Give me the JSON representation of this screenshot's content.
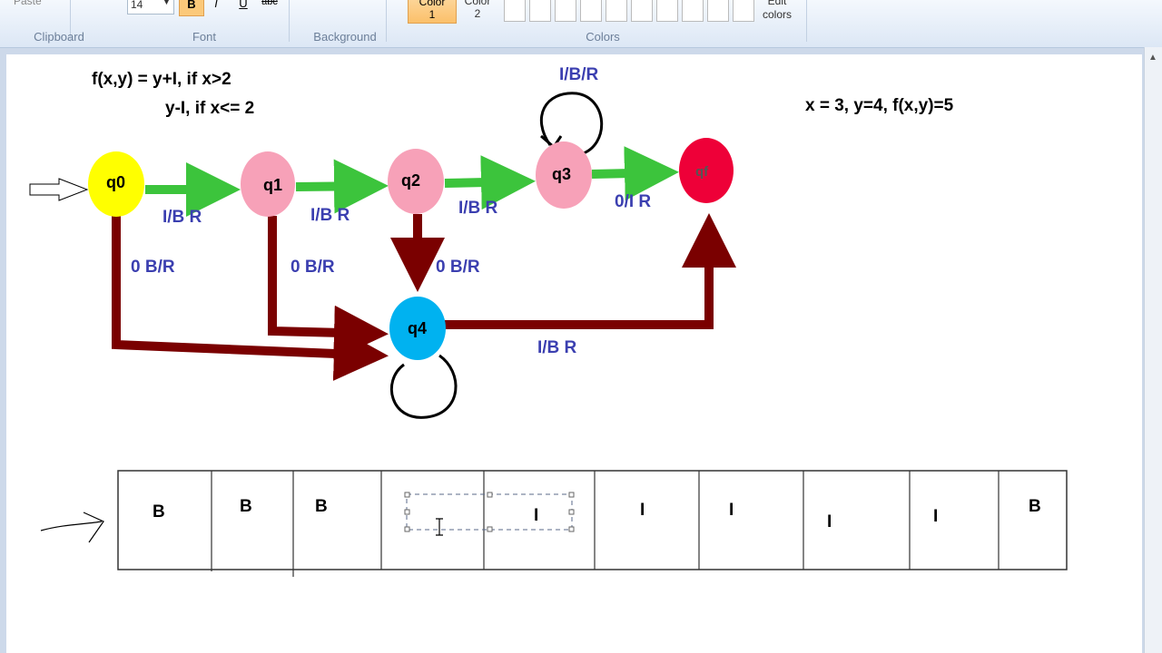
{
  "ribbon": {
    "paste_label": "Paste",
    "font_size": "14",
    "bold": "B",
    "italic": "I",
    "underline": "U",
    "strike": "abc",
    "color1_label": "Color",
    "color1_num": "1",
    "color2_label": "Color",
    "color2_num": "2",
    "edit_colors": "Edit colors",
    "groups": [
      "Clipboard",
      "Font",
      "Background",
      "Colors"
    ]
  },
  "diagram": {
    "function_line1": "f(x,y) = y+I, if x>2",
    "function_line2": "y-I, if x<= 2",
    "example": "x = 3, y=4, f(x,y)=5",
    "states": [
      {
        "id": "q0",
        "color": "#ffff00"
      },
      {
        "id": "q1",
        "color": "#f7a1b8"
      },
      {
        "id": "q2",
        "color": "#f7a1b8"
      },
      {
        "id": "q3",
        "color": "#f7a1b8"
      },
      {
        "id": "qf",
        "color": "#ee0038"
      },
      {
        "id": "q4",
        "color": "#00b2f0"
      }
    ],
    "transitions": {
      "q0_q1": "I/B R",
      "q1_q2": "I/B R",
      "q2_q3": "I/B R",
      "q3_qf": "0/I R",
      "q3_loop": "I/B/R",
      "q0_q4": "0 B/R",
      "q1_q4": "0 B/R",
      "q2_q4": "0 B/R",
      "q4_qf": "I/B R"
    },
    "colors": {
      "forward_arrow": "#3cc43c",
      "reject_arrow": "#7a0000",
      "label": "#3b3fb0"
    }
  },
  "tape": {
    "cells": [
      "B",
      "B",
      "B",
      "",
      "I",
      "I",
      "I",
      "I",
      "I",
      "B"
    ]
  }
}
